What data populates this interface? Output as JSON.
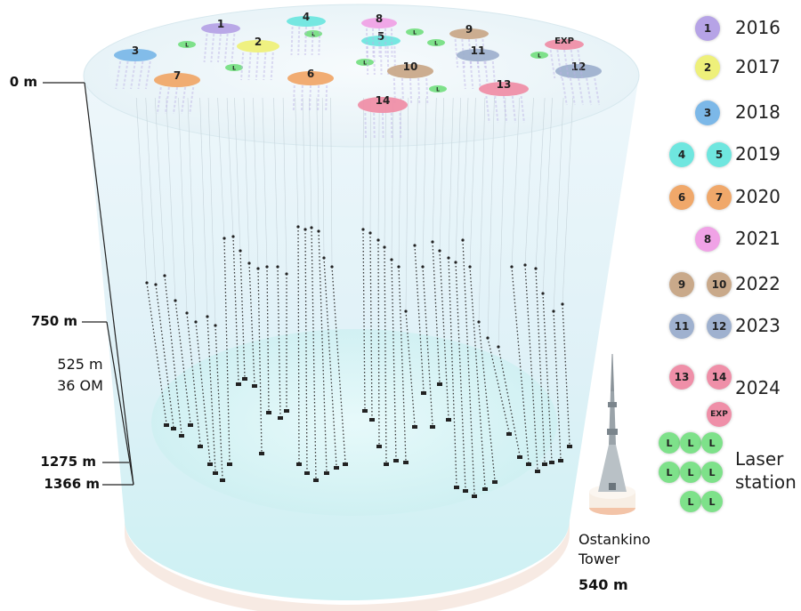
{
  "depth_scale": {
    "surface": "0 m",
    "top_detector": "750 m",
    "bottom_detector": "1275 m",
    "lake_bottom": "1366 m",
    "string_length": "525 m",
    "om_count": "36 OM"
  },
  "tower": {
    "name_line1": "Ostankino",
    "name_line2": "Tower",
    "height": "540 m"
  },
  "clusters": [
    {
      "label": "1",
      "color": "#b6a3e6"
    },
    {
      "label": "2",
      "color": "#eef07a"
    },
    {
      "label": "3",
      "color": "#7cb8e8"
    },
    {
      "label": "4",
      "color": "#6fe6df"
    },
    {
      "label": "5",
      "color": "#6fe6df"
    },
    {
      "label": "6",
      "color": "#f0a86a"
    },
    {
      "label": "7",
      "color": "#f0a86a"
    },
    {
      "label": "8",
      "color": "#f0a2e6"
    },
    {
      "label": "9",
      "color": "#c9a98a"
    },
    {
      "label": "10",
      "color": "#c9a98a"
    },
    {
      "label": "11",
      "color": "#9fb1cf"
    },
    {
      "label": "12",
      "color": "#9fb1cf"
    },
    {
      "label": "13",
      "color": "#ef8fa8"
    },
    {
      "label": "14",
      "color": "#ef8fa8"
    },
    {
      "label": "EXP",
      "color": "#ef8fa8"
    }
  ],
  "laser_label": "L",
  "legend": [
    {
      "year": "2016",
      "badges": [
        {
          "label": "1",
          "color": "#b6a3e6"
        }
      ]
    },
    {
      "year": "2017",
      "badges": [
        {
          "label": "2",
          "color": "#eef07a"
        }
      ]
    },
    {
      "year": "2018",
      "badges": [
        {
          "label": "3",
          "color": "#7cb8e8"
        }
      ]
    },
    {
      "year": "2019",
      "badges": [
        {
          "label": "4",
          "color": "#6fe6df"
        },
        {
          "label": "5",
          "color": "#6fe6df"
        }
      ]
    },
    {
      "year": "2020",
      "badges": [
        {
          "label": "6",
          "color": "#f0a86a"
        },
        {
          "label": "7",
          "color": "#f0a86a"
        }
      ]
    },
    {
      "year": "2021",
      "badges": [
        {
          "label": "8",
          "color": "#f0a2e6"
        }
      ]
    },
    {
      "year": "2022",
      "badges": [
        {
          "label": "9",
          "color": "#c9a98a"
        },
        {
          "label": "10",
          "color": "#c9a98a"
        }
      ]
    },
    {
      "year": "2023",
      "badges": [
        {
          "label": "11",
          "color": "#9fb1cf"
        },
        {
          "label": "12",
          "color": "#9fb1cf"
        }
      ]
    },
    {
      "year": "2024",
      "badges": [
        {
          "label": "13",
          "color": "#ef8fa8"
        },
        {
          "label": "14",
          "color": "#ef8fa8"
        },
        {
          "label": "EXP",
          "color": "#ef8fa8"
        }
      ]
    }
  ],
  "laser_legend": {
    "line1": "Laser",
    "line2": "station",
    "count": 8
  },
  "colors": {
    "water_top": "#e8f4f9",
    "water_bottom": "#d6f3f6",
    "laser": "#7ee18a",
    "string": "#333333"
  }
}
